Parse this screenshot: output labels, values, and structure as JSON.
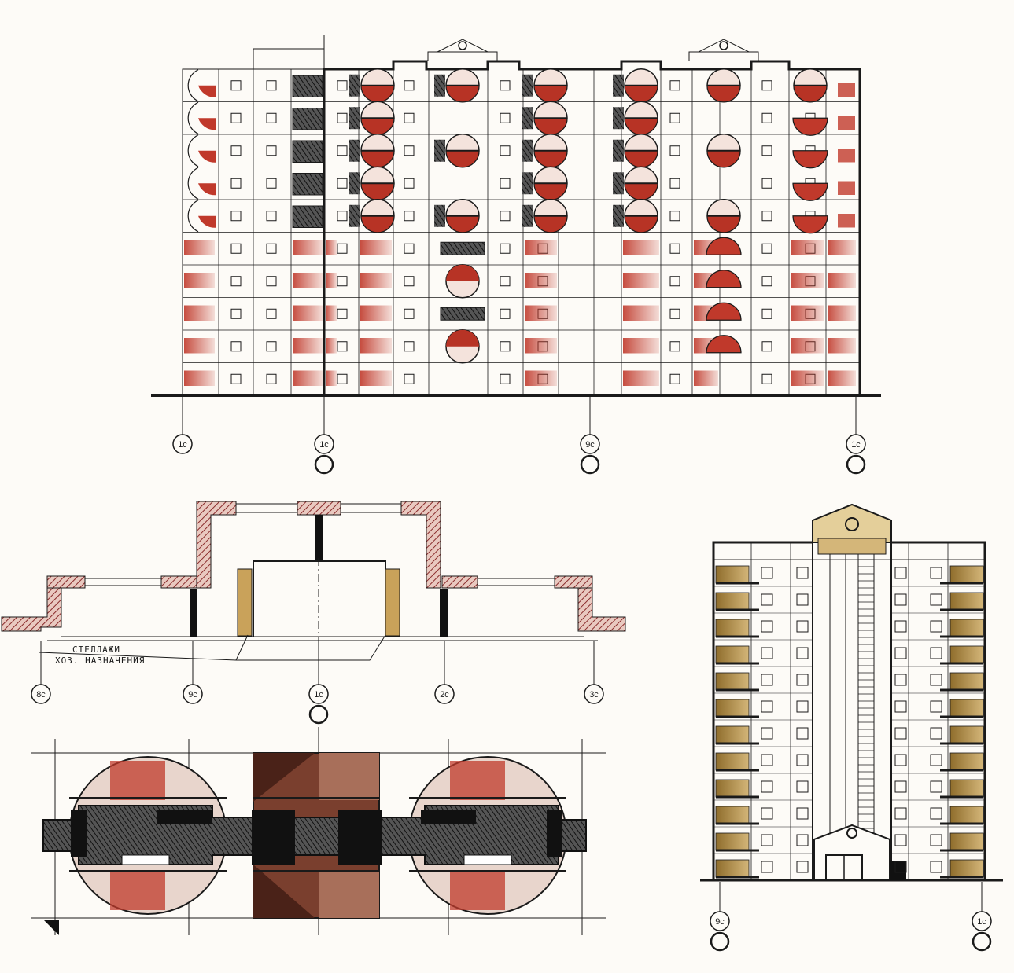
{
  "drawing": {
    "paper_color": "#fdfbf7",
    "ink_color": "#1a1a1a",
    "accent_red": "#c0392b",
    "accent_ochre": "#b8924a",
    "hatch_color": "#8a2b2b"
  },
  "main_facade": {
    "floors": 10,
    "axis_labels": [
      "1c",
      "1c",
      "9c",
      "1c"
    ]
  },
  "plan": {
    "note_line1": "СТЕЛЛАЖИ",
    "note_line2": "ХОЗ. НАЗНАЧЕНИЯ",
    "axis_labels": [
      "8c",
      "9c",
      "1c",
      "2c",
      "3c"
    ]
  },
  "side_facade": {
    "floors": 12,
    "axis_labels": [
      "9c",
      "1c"
    ]
  }
}
